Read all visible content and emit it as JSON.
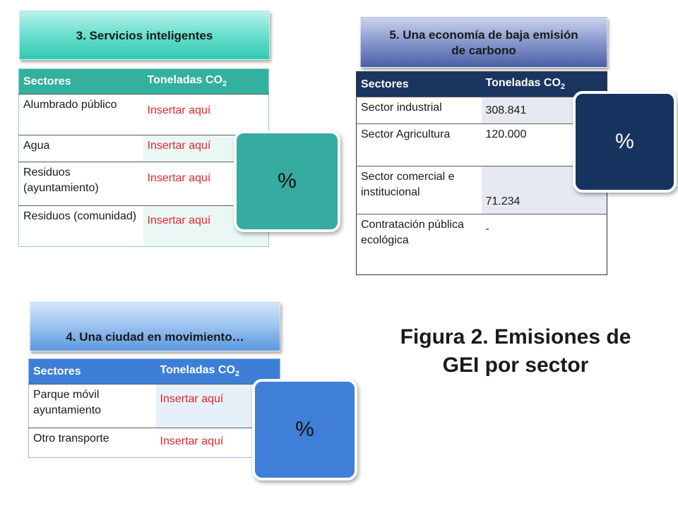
{
  "figure_title": [
    "Figura 2. Emisiones de",
    "GEI por sector"
  ],
  "sections": {
    "servicios": {
      "title": [
        "3. Servicios inteligentes"
      ],
      "col_sector": "Sectores",
      "col_ton": "Toneladas CO",
      "col_ton_sub": "2",
      "rows": [
        {
          "sector": "Alumbrado público",
          "value": "Insertar aquí"
        },
        {
          "sector": "Agua",
          "value": "Insertar aquí"
        },
        {
          "sector": "Residuos (ayuntamiento)",
          "value": "Insertar aquí"
        },
        {
          "sector": "Residuos (comunidad)",
          "value": "Insertar aquí"
        }
      ],
      "percent": "%",
      "color": "#35ac9f"
    },
    "economia": {
      "title": [
        "5. Una economía de baja emisión",
        "de carbono"
      ],
      "col_sector": "Sectores",
      "col_ton": "Toneladas CO",
      "col_ton_sub": "2",
      "rows": [
        {
          "sector": "Sector industrial",
          "value": "308.841"
        },
        {
          "sector": "Sector Agricultura",
          "value": "120.000"
        },
        {
          "sector": "Sector comercial e institucional",
          "value": "71.234"
        },
        {
          "sector": "Contratación pública ecológica",
          "value": "-"
        }
      ],
      "percent": "%",
      "color": "#16345f"
    },
    "movimiento": {
      "title": [
        "4. Una ciudad en movimiento…"
      ],
      "col_sector": "Sectores",
      "col_ton": "Toneladas CO",
      "col_ton_sub": "2",
      "rows": [
        {
          "sector": "Parque móvil ayuntamiento",
          "value": "Insertar aquí"
        },
        {
          "sector": "Otro transporte",
          "value": "Insertar aquí"
        }
      ],
      "percent": "%",
      "color": "#3f7fd8"
    }
  }
}
